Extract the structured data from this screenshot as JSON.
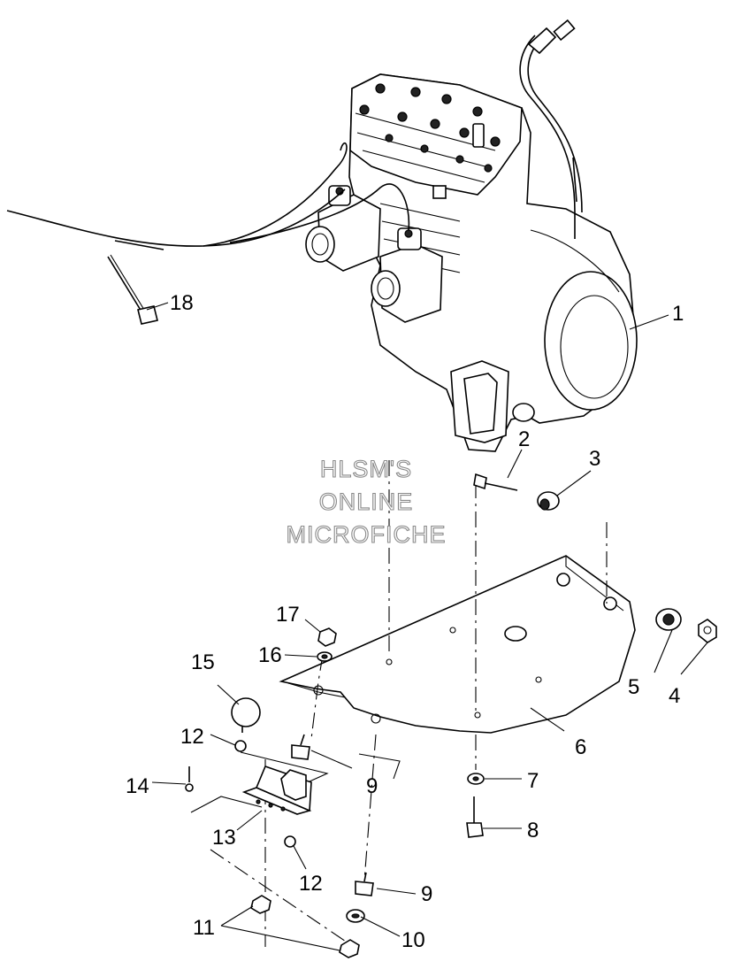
{
  "watermark": {
    "line1": "HLSM'S",
    "line2": "ONLINE",
    "line3": "MICROFICHE"
  },
  "callouts": [
    {
      "id": "1",
      "label": "1"
    },
    {
      "id": "2",
      "label": "2"
    },
    {
      "id": "3",
      "label": "3"
    },
    {
      "id": "4",
      "label": "4"
    },
    {
      "id": "5",
      "label": "5"
    },
    {
      "id": "6",
      "label": "6"
    },
    {
      "id": "7",
      "label": "7"
    },
    {
      "id": "8",
      "label": "8"
    },
    {
      "id": "9a",
      "label": "9"
    },
    {
      "id": "9b",
      "label": "9"
    },
    {
      "id": "10",
      "label": "10"
    },
    {
      "id": "11",
      "label": "11"
    },
    {
      "id": "12a",
      "label": "12"
    },
    {
      "id": "12b",
      "label": "12"
    },
    {
      "id": "13",
      "label": "13"
    },
    {
      "id": "14",
      "label": "14"
    },
    {
      "id": "15",
      "label": "15"
    },
    {
      "id": "16",
      "label": "16"
    },
    {
      "id": "17",
      "label": "17"
    },
    {
      "id": "18",
      "label": "18"
    }
  ]
}
